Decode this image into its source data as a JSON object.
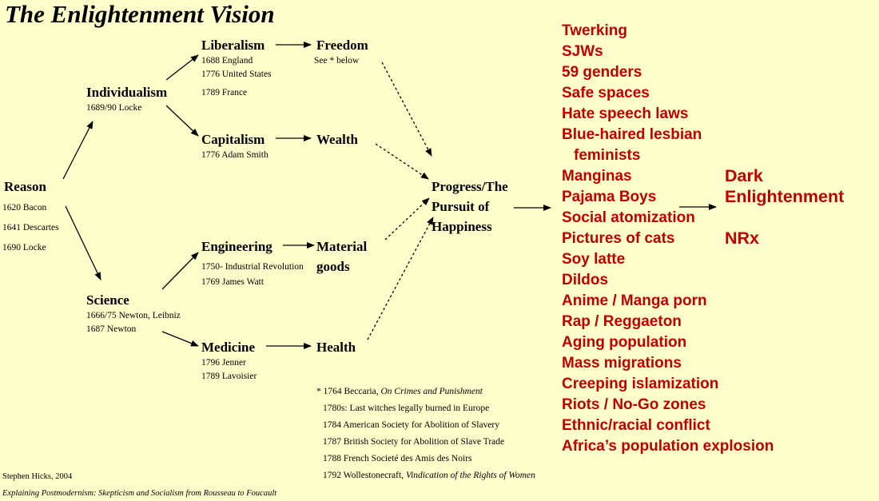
{
  "title": "The Enlightenment Vision",
  "reason": {
    "label": "Reason",
    "subs": [
      "1620 Bacon",
      "1641 Descartes",
      "1690 Locke"
    ]
  },
  "individualism": {
    "label": "Individualism",
    "subs": [
      "1689/90 Locke"
    ]
  },
  "science": {
    "label": "Science",
    "subs": [
      "1666/75 Newton, Leibniz",
      "1687 Newton"
    ]
  },
  "liberalism": {
    "label": "Liberalism",
    "subs": [
      "1688 England",
      "1776 United States",
      "1789 France"
    ]
  },
  "capitalism": {
    "label": "Capitalism",
    "subs": [
      "1776 Adam Smith"
    ]
  },
  "engineering": {
    "label": "Engineering",
    "subs": [
      "1750- Industrial Revolution",
      "1769 James Watt"
    ]
  },
  "medicine": {
    "label": "Medicine",
    "subs": [
      "1796 Jenner",
      "1789 Lavoisier"
    ]
  },
  "freedom": {
    "label": "Freedom",
    "sub": "See * below"
  },
  "wealth": {
    "label": "Wealth"
  },
  "material": {
    "label1": "Material",
    "label2": "goods"
  },
  "health": {
    "label": "Health"
  },
  "progress": {
    "lines": [
      "Progress/The",
      "Pursuit of",
      "Happiness"
    ]
  },
  "footnotes": {
    "f1_prefix": "* 1764 Beccaria, ",
    "f1_italic": "On Crimes and Punishment",
    "f2": "1780s:  Last witches legally burned in Europe",
    "f3": "1784 American Society for Abolition of Slavery",
    "f4": "1787 British Society for Abolition of Slave Trade",
    "f5": "1788 French Societé des Amis des Noirs",
    "f6_prefix": "1792 Wollestonecraft, ",
    "f6_italic": "Vindication of the Rights of Women"
  },
  "credit": "Stephen Hicks, 2004",
  "book": "Explaining Postmodernism: Skepticism and Socialism from Rousseau to Foucault",
  "outcomes": [
    "Twerking",
    "SJWs",
    "59 genders",
    "Safe spaces",
    "Hate speech laws",
    "Blue-haired lesbian",
    "feminists",
    "Manginas",
    "Pajama Boys",
    "Social atomization",
    "Pictures of cats",
    "Soy latte",
    "Dildos",
    "Anime / Manga porn",
    "Rap / Reggaeton",
    "Aging population",
    "Mass migrations",
    "Creeping islamization",
    "Riots / No-Go zones",
    "Ethnic/racial conflict",
    "Africa’s population explosion"
  ],
  "dark": {
    "line1": "Dark",
    "line2": "Enlightenment",
    "nrx": "NRx"
  },
  "colors": {
    "background": "#ffffcc",
    "accent": "#c00000",
    "text": "#000000"
  }
}
